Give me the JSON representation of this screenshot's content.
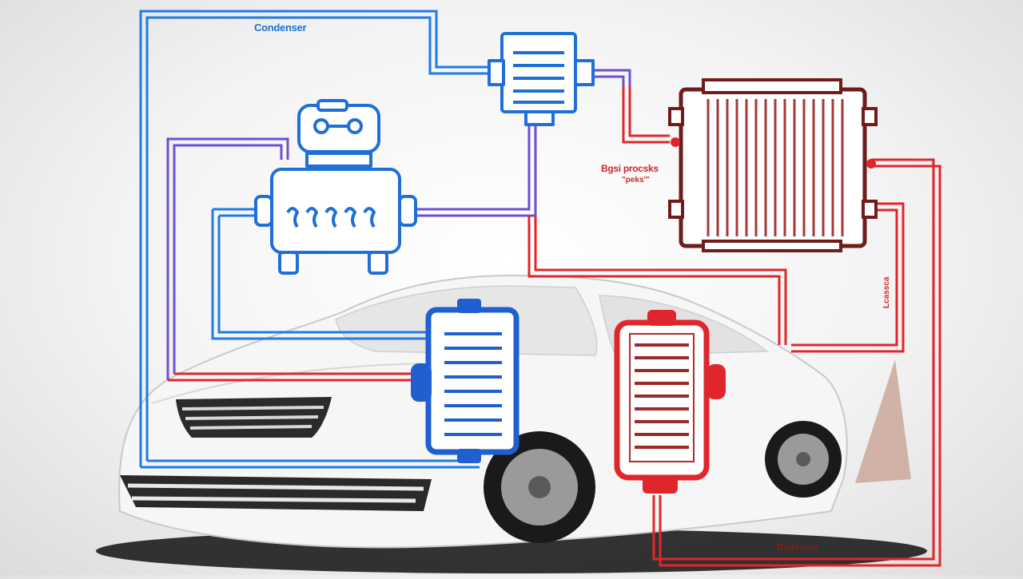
{
  "labels": {
    "condenser": "Condenser",
    "high_pressure": "Bgsi procsks",
    "high_pressure_sub": "\"peks'\"",
    "side_label": "Lcassca",
    "bottom_label": "Distsessr"
  },
  "colors": {
    "cold_line": "#1f7be6",
    "warm_line": "#7a4fd0",
    "hot_line": "#e0262c",
    "dark_red": "#7a1f1f",
    "car_body": "#f4f4f4"
  }
}
